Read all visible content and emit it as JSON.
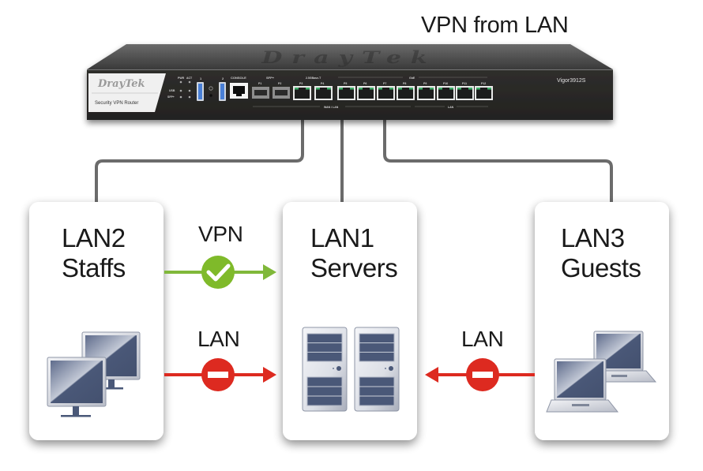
{
  "title": "VPN from LAN",
  "router": {
    "brand": "DrayTek",
    "subtitle": "Security VPN Router",
    "model": "Vigor3912S",
    "top_logo": "DrayTek",
    "led_labels": [
      "PWR",
      "ACT",
      "USB",
      "SFP+"
    ],
    "usb_labels": [
      "1",
      "2"
    ],
    "console_label": "CONSOLE",
    "sfp_group_label": "SFP+",
    "sfp_ports": [
      "P1",
      "P2"
    ],
    "group_2_5g_label": "2.5GBase-T",
    "group_gbe_label": "GbE",
    "rj45_ports": [
      "P3",
      "P4",
      "P5",
      "P6",
      "P7",
      "P8",
      "P9",
      "P10",
      "P11",
      "P12"
    ],
    "wan_lan_label": "WAN / LAN",
    "lan_label": "LAN"
  },
  "networks": [
    {
      "id": "lan2",
      "name": "LAN2",
      "role": "Staffs",
      "device": "desktop-computers"
    },
    {
      "id": "lan1",
      "name": "LAN1",
      "role": "Servers",
      "device": "servers"
    },
    {
      "id": "lan3",
      "name": "LAN3",
      "role": "Guests",
      "device": "laptops"
    }
  ],
  "flows": [
    {
      "label": "VPN",
      "from": "LAN2",
      "to": "LAN1",
      "status": "allowed",
      "color": "#7fba2a"
    },
    {
      "label": "LAN",
      "from": "LAN2",
      "to": "LAN1",
      "status": "blocked",
      "color": "#dd2a20"
    },
    {
      "label": "LAN",
      "from": "LAN3",
      "to": "LAN1",
      "status": "blocked",
      "color": "#dd2a20"
    }
  ],
  "colors": {
    "cable": "#6b6b6b",
    "router_body": "#2b2a28",
    "device_screen": "#4a5878",
    "allowed": "#7fba2a",
    "blocked": "#dd2a20"
  }
}
